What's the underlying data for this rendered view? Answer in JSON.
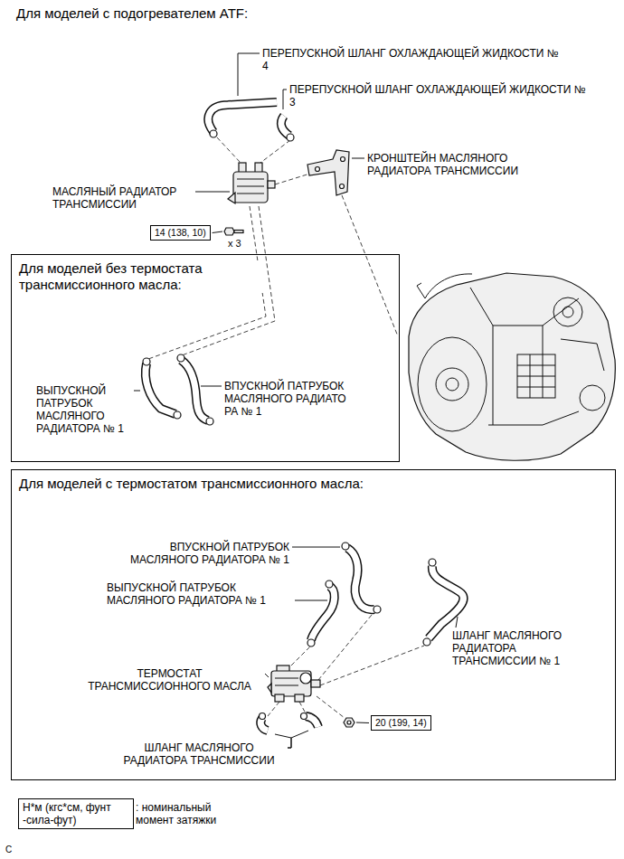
{
  "diagram": {
    "title": "Для моделей с подогревателем ATF:",
    "nodes": [
      {
        "text": [
          "14 (138, 10)"
        ]
      },
      {
        "text": [
          "Для моделей без термостата трансмиссионного масла:"
        ]
      },
      {
        "text": [
          "Для моделей с термостатом трансмиссионного масла:"
        ]
      },
      {
        "text": [
          "20 (199, 14)"
        ],
        "in": 2
      },
      {
        "text": [
          "Н*м (кгс*см, фунт -сила-фут)"
        ]
      }
    ],
    "labels": [
      "ПЕРЕПУСКНОЙ ШЛАНГ ОХЛАЖДАЮЩЕЙ ЖИДКОСТИ № 4",
      "ПЕРЕПУСКНОЙ ШЛАНГ ОХЛАЖДАЮЩЕЙ ЖИДКОСТИ № 3",
      "КРОНШТЕЙН МАСЛЯНОГО РАДИАТОРА ТРАНСМИССИИ",
      "МАСЛЯНЫЙ РАДИАТОР ТРАНСМИССИИ",
      "x 3",
      "ВЫПУСКНОЙ ПАТРУБОК МАСЛЯНОГО РАДИАТОРА № 1",
      "ВПУСКНОЙ ПАТРУБОК МАСЛЯНОГО РАДИАТО РА № 1",
      "ВПУСКНОЙ ПАТРУБОК МАСЛЯНОГО РАДИАТОРА № 1",
      "ВЫПУСКНОЙ ПАТРУБОК МАСЛЯНОГО РАДИАТОРА № 1",
      "ШЛАНГ МАСЛЯНОГО РАДИАТОРА ТРАНСМИССИИ № 1",
      "ТЕРМОСТАТ ТРАНСМИССИОННОГО МАСЛА",
      "ШЛАНГ МАСЛЯНОГО РАДИАТОРА ТРАНСМИССИИ",
      ": номинальный момент затяжки",
      "C"
    ]
  }
}
